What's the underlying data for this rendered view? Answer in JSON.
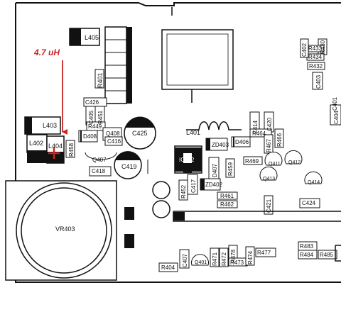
{
  "annotation": {
    "text": "4.7 uH",
    "color": "#cc2222"
  },
  "components": [
    "L405",
    "R401",
    "R430",
    "R433",
    "R434",
    "C402",
    "R432",
    "C403",
    "C404",
    "C401",
    "L403",
    "L402",
    "L404",
    "R458",
    "C426",
    "C405",
    "R451",
    "R449",
    "D408",
    "Q408",
    "C416",
    "C425",
    "Q407",
    "C418",
    "C419",
    "L401",
    "C414",
    "C420",
    "R464",
    "R466",
    "R467",
    "D406",
    "ZD403",
    "IC402",
    "C417",
    "D407",
    "ZD402",
    "R469",
    "R459",
    "Q411",
    "Q412",
    "Q413",
    "Q414",
    "C424",
    "C421",
    "R452",
    "R461",
    "R462",
    "VR403",
    "C407",
    "R404",
    "Q401",
    "R471",
    "R472",
    "R478",
    "R473",
    "R474",
    "R477",
    "R483",
    "R484",
    "R485"
  ]
}
